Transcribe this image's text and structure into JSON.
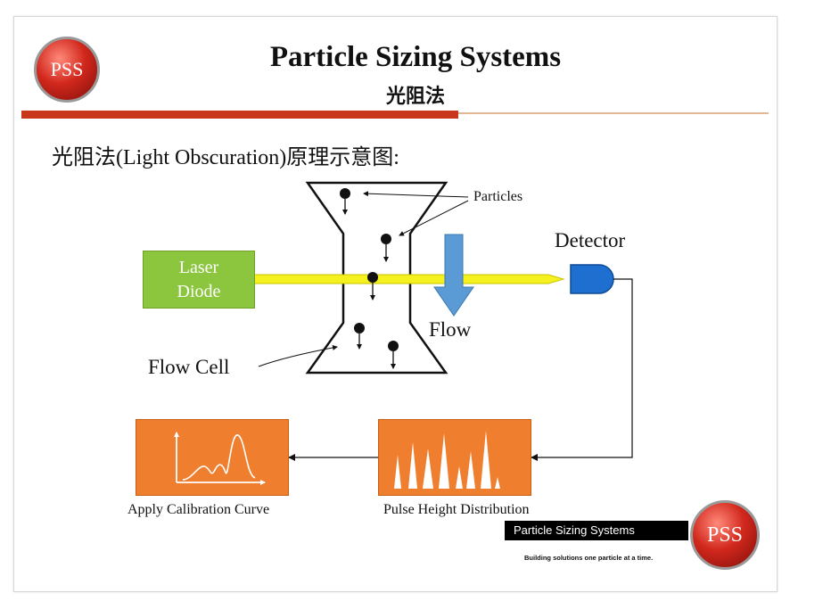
{
  "header": {
    "title": "Particle Sizing Systems",
    "subtitle": "光阻法",
    "logo_text": "PSS"
  },
  "heading": "光阻法(Light Obscuration)原理示意图:",
  "diagram": {
    "laser_line1": "Laser",
    "laser_line2": "Diode",
    "particles_label": "Particles",
    "detector_label": "Detector",
    "flow_label": "Flow",
    "flow_cell_label": "Flow Cell",
    "calibration_label": "Apply Calibration Curve",
    "pulse_label": "Pulse Height Distribution"
  },
  "footer": {
    "brand": "Particle Sizing Systems",
    "tagline": "Building solutions one particle at a time.",
    "logo_text": "PSS"
  },
  "colors": {
    "accent_red": "#c8361b",
    "laser_green": "#8cc63f",
    "box_orange": "#ef7f2e",
    "detector_blue": "#1f6fd0",
    "flow_blue": "#5b9bd5",
    "beam_yellow": "#f4f11e"
  }
}
